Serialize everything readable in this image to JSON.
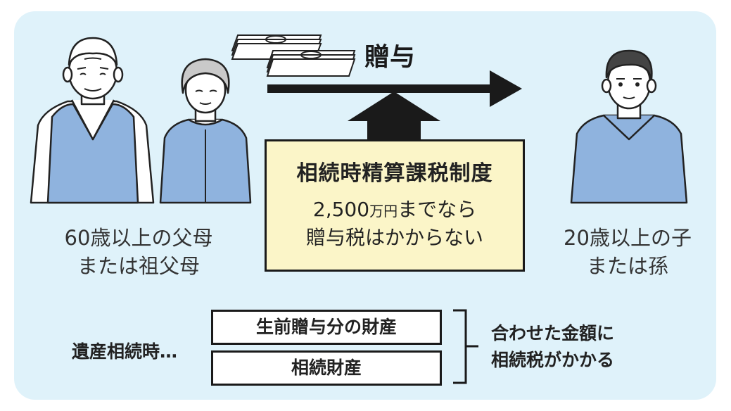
{
  "gift_label": "贈与",
  "left_people": {
    "line1": "60歳以上の父母",
    "line2": "または祖父母"
  },
  "right_people": {
    "line1": "20歳以上の子",
    "line2": "または孫"
  },
  "rule_box": {
    "title": "相続時精算課税制度",
    "amount_prefix": "2,500",
    "amount_unit": "万円",
    "amount_suffix": "までなら",
    "line2": "贈与税はかからない"
  },
  "inheritance": {
    "label": "遺産相続時…",
    "box1": "生前贈与分の財産",
    "box2": "相続財産",
    "result_line1": "合わせた金額に",
    "result_line2": "相続税がかかる"
  },
  "colors": {
    "panel": "#dff2fa",
    "rule_box": "#fbf5c8",
    "clothing": "#8fb3de",
    "skin": "#fdfdfd"
  }
}
